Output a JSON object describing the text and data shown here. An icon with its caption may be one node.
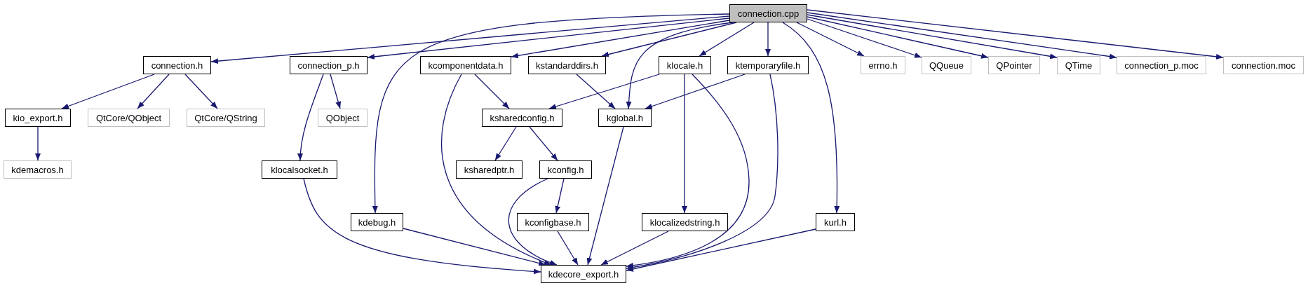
{
  "diagram": {
    "nodes": [
      {
        "text": [
          "connection.cpp"
        ]
      },
      {
        "text": [
          "connection.h"
        ]
      },
      {
        "text": [
          "connection_p.h"
        ]
      },
      {
        "text": [
          "kcomponentdata.h"
        ]
      },
      {
        "text": [
          "kstandarddirs.h"
        ]
      },
      {
        "text": [
          "klocale.h"
        ]
      },
      {
        "text": [
          "ktemporaryfile.h"
        ]
      },
      {
        "text": [
          "errno.h"
        ]
      },
      {
        "text": [
          "QQueue"
        ]
      },
      {
        "text": [
          "QPointer"
        ]
      },
      {
        "text": [
          "QTime"
        ]
      },
      {
        "text": [
          "connection_p.moc"
        ]
      },
      {
        "text": [
          "connection.moc"
        ]
      },
      {
        "text": [
          "kio_export.h"
        ]
      },
      {
        "text": [
          "QtCore/QObject"
        ]
      },
      {
        "text": [
          "QtCore/QString"
        ]
      },
      {
        "text": [
          "QObject"
        ]
      },
      {
        "text": [
          "ksharedconfig.h"
        ]
      },
      {
        "text": [
          "kglobal.h"
        ]
      },
      {
        "text": [
          "kdemacros.h"
        ]
      },
      {
        "text": [
          "klocalsocket.h"
        ]
      },
      {
        "text": [
          "ksharedptr.h"
        ]
      },
      {
        "text": [
          "kconfig.h"
        ]
      },
      {
        "text": [
          "kdebug.h"
        ]
      },
      {
        "text": [
          "kconfigbase.h"
        ]
      },
      {
        "text": [
          "klocalizedstring.h"
        ]
      },
      {
        "text": [
          "kurl.h"
        ]
      },
      {
        "text": [
          "kdecore_export.h"
        ]
      }
    ],
    "edges": [
      {
        "from": 0,
        "to": 1,
        "arrow": "to"
      },
      {
        "from": 0,
        "to": 2,
        "arrow": "to"
      },
      {
        "from": 0,
        "to": 3,
        "arrow": "to"
      },
      {
        "from": 0,
        "to": 4,
        "arrow": "to"
      },
      {
        "from": 0,
        "to": 23,
        "arrow": "to"
      },
      {
        "from": 0,
        "to": 18,
        "arrow": "to"
      },
      {
        "from": 0,
        "to": 5,
        "arrow": "to"
      },
      {
        "from": 0,
        "to": 6,
        "arrow": "to"
      },
      {
        "from": 0,
        "to": 26,
        "arrow": "to"
      },
      {
        "from": 0,
        "to": 7,
        "arrow": "to"
      },
      {
        "from": 0,
        "to": 8,
        "arrow": "to"
      },
      {
        "from": 0,
        "to": 9,
        "arrow": "to"
      },
      {
        "from": 0,
        "to": 10,
        "arrow": "to"
      },
      {
        "from": 0,
        "to": 11,
        "arrow": "to"
      },
      {
        "from": 0,
        "to": 12,
        "arrow": "to"
      },
      {
        "from": 1,
        "to": 13,
        "arrow": "to"
      },
      {
        "from": 1,
        "to": 14,
        "arrow": "to"
      },
      {
        "from": 1,
        "to": 15,
        "arrow": "to"
      },
      {
        "from": 13,
        "to": 19,
        "arrow": "to"
      },
      {
        "from": 2,
        "to": 20,
        "arrow": "to"
      },
      {
        "from": 2,
        "to": 16,
        "arrow": "to"
      },
      {
        "from": 20,
        "to": 27,
        "arrow": "to"
      },
      {
        "from": 23,
        "to": 27,
        "arrow": "to"
      },
      {
        "from": 3,
        "to": 17,
        "arrow": "to"
      },
      {
        "from": 3,
        "to": 27,
        "arrow": "to"
      },
      {
        "from": 4,
        "to": 18,
        "arrow": "to"
      },
      {
        "from": 5,
        "to": 17,
        "arrow": "to"
      },
      {
        "from": 5,
        "to": 25,
        "arrow": "to"
      },
      {
        "from": 5,
        "to": 27,
        "arrow": "to"
      },
      {
        "from": 6,
        "to": 18,
        "arrow": "to"
      },
      {
        "from": 6,
        "to": 27,
        "arrow": "to"
      },
      {
        "from": 17,
        "to": 21,
        "arrow": "to"
      },
      {
        "from": 17,
        "to": 22,
        "arrow": "to"
      },
      {
        "from": 18,
        "to": 27,
        "arrow": "to"
      },
      {
        "from": 22,
        "to": 24,
        "arrow": "to"
      },
      {
        "from": 22,
        "to": 27,
        "arrow": "to"
      },
      {
        "from": 24,
        "to": 27,
        "arrow": "to"
      },
      {
        "from": 25,
        "to": 27,
        "arrow": "to"
      },
      {
        "from": 26,
        "to": 27,
        "arrow": "to"
      }
    ]
  }
}
